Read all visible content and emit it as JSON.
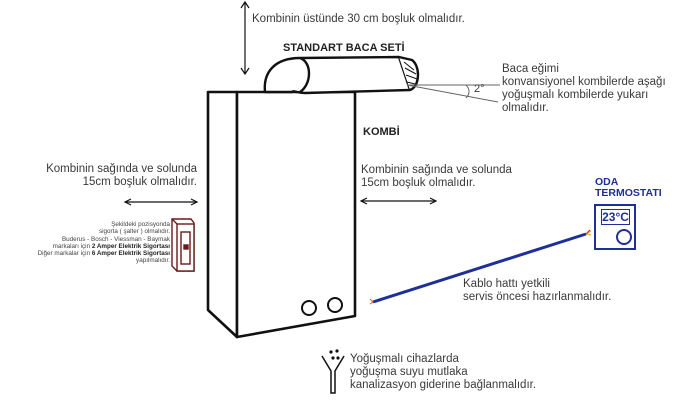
{
  "labels": {
    "top_clearance": "Kombinin üstünde 30 cm boşluk olmalıdır.",
    "flue_set": "STANDART BACA SETİ",
    "flue_slope": {
      "angle": "2°",
      "lines": [
        "Baca eğimi",
        "konvansiyonel kombilerde aşağı",
        "yoğuşmalı kombilerde yukarı",
        "olmalıdır."
      ]
    },
    "boiler": "KOMBİ",
    "left_clearance": [
      "Kombinin sağında ve solunda",
      "15cm boşluk olmalıdır."
    ],
    "right_clearance": [
      "Kombinin sağında ve solunda",
      "15cm boşluk olmalıdır."
    ],
    "fuse_note": {
      "line1": "Şekildeki pozisyonda",
      "line2": "sigorta ( şalter ) olmalıdır.",
      "line3": "Buderus - Bosch - Viessman - Baymak",
      "line4_prefix": "markaları için ",
      "line4_bold": "2 Amper Elektrik Sigortası",
      "line5_prefix": "Diğer markalar için ",
      "line5_bold": "6 Amper Elektrik Sigortası",
      "line6": "yapılmalıdır."
    },
    "thermostat": {
      "title_line1": "ODA",
      "title_line2": "TERMOSTATI",
      "display": "23°C"
    },
    "cable_note": [
      "Kablo hattı yetkili",
      "servis öncesi hazırlanmalıdır."
    ],
    "condensate_note": [
      "Yoğuşmalı cihazlarda",
      "yoğuşma suyu mutlaka",
      "kanalizasyon giderine bağlanmalıdır."
    ]
  },
  "colors": {
    "outline": "#111111",
    "fuse_box": "#6b1a1a",
    "thermostat": "#1f2f9a",
    "cable": "#1f2f9a"
  }
}
